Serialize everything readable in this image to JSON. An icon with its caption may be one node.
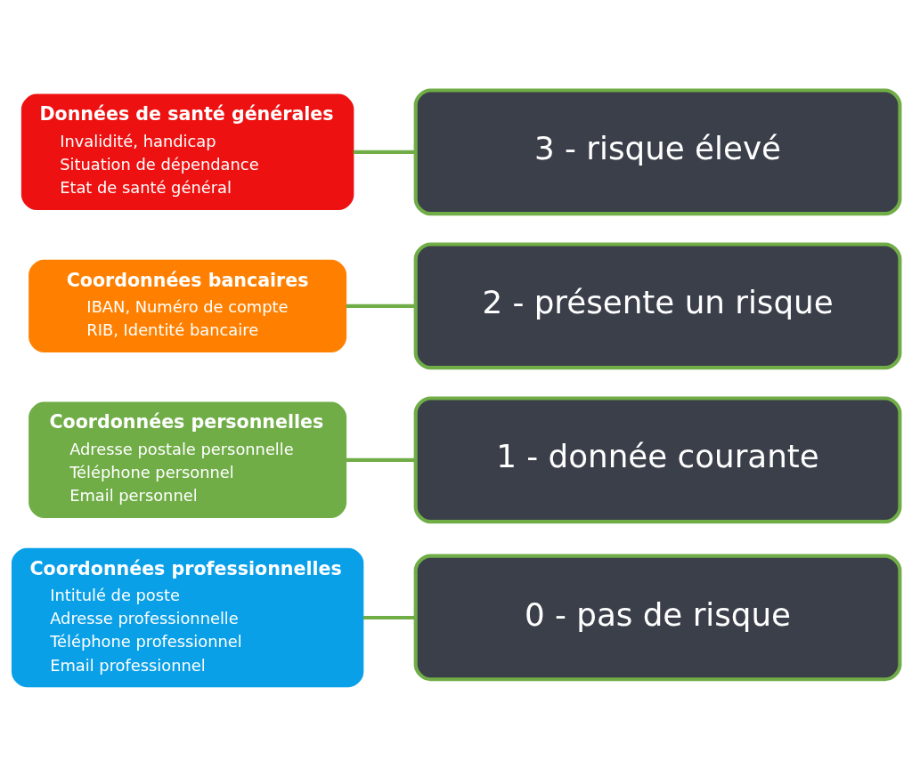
{
  "diagram": {
    "nodes": [
      {
        "text": [
          "Coordonnées professionnelles",
          "Intitulé de poste",
          "Adresse professionnelle",
          "Téléphone professionnel",
          "Email professionnel"
        ]
      },
      {
        "text": [
          "0 - pas de risque"
        ]
      },
      {
        "text": [
          "Coordonnées personnelles",
          "Adresse postale personnelle",
          "Téléphone personnel",
          "Email personnel"
        ]
      },
      {
        "text": [
          "1 - donnée courante"
        ]
      },
      {
        "text": [
          "Coordonnées bancaires",
          "IBAN, Numéro de compte",
          "RIB, Identité bancaire"
        ]
      },
      {
        "text": [
          "2 - présente un risque"
        ]
      },
      {
        "text": [
          "Données de santé générales",
          "Invalidité, handicap",
          "Situation de dépendance",
          "Etat de santé général"
        ]
      },
      {
        "text": [
          "3 - risque élevé"
        ]
      }
    ],
    "edges": [
      {
        "from": 0,
        "to": 1,
        "arrow": "none"
      },
      {
        "from": 2,
        "to": 3,
        "arrow": "none"
      },
      {
        "from": 4,
        "to": 5,
        "arrow": "none"
      },
      {
        "from": 6,
        "to": 7,
        "arrow": "none"
      }
    ]
  }
}
